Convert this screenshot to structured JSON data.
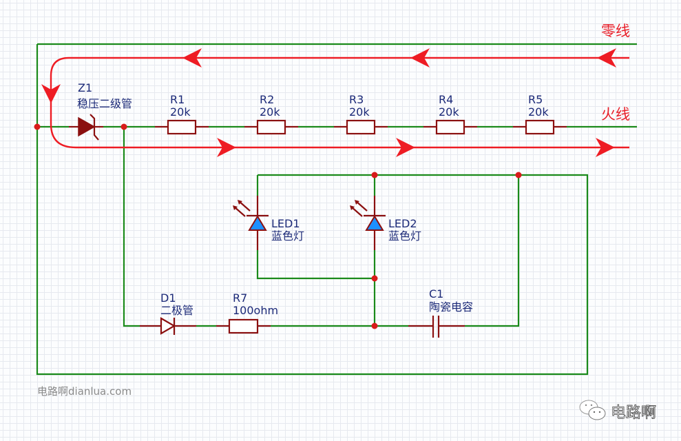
{
  "diagram": {
    "title": "电容降压LED电路",
    "lines": {
      "neutral_label": "零线",
      "live_label": "火线"
    },
    "components": {
      "z1": {
        "ref": "Z1",
        "desc": "稳压二级管"
      },
      "r1": {
        "ref": "R1",
        "value": "20k"
      },
      "r2": {
        "ref": "R2",
        "value": "20k"
      },
      "r3": {
        "ref": "R3",
        "value": "20k"
      },
      "r4": {
        "ref": "R4",
        "value": "20k"
      },
      "r5": {
        "ref": "R5",
        "value": "20k"
      },
      "led1": {
        "ref": "LED1",
        "desc": "蓝色灯"
      },
      "led2": {
        "ref": "LED2",
        "desc": "蓝色灯"
      },
      "d1": {
        "ref": "D1",
        "desc": "二极管"
      },
      "r7": {
        "ref": "R7",
        "value": "100ohm"
      },
      "c1": {
        "ref": "C1",
        "desc": "陶瓷电容"
      }
    },
    "colors": {
      "wire": "#1a8a1a",
      "component": "#8b1010",
      "current_flow": "#ee1c24",
      "led_fill": "#1e90ff",
      "label_text": "#1c2a78",
      "junction": "#d81b1b"
    }
  },
  "watermark": {
    "text": "电路啊dianlua.com",
    "brand": "电路啊",
    "brand_icon": "wechat-icon"
  }
}
